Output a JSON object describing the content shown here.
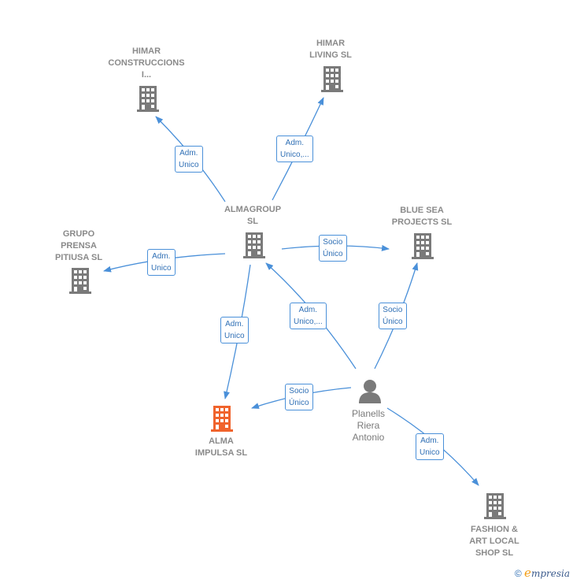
{
  "colors": {
    "edge": "#4a90d9",
    "node": "#7a7a7a",
    "highlight": "#f0632c"
  },
  "nodes": {
    "himar_construccions": "HIMAR\nCONSTRUCCIONS\nI...",
    "himar_living": "HIMAR\nLIVING  SL",
    "almagroup": "ALMAGROUP\nSL",
    "blue_sea": "BLUE SEA\nPROJECTS  SL",
    "grupo_prensa": "GRUPO\nPRENSA\nPITIUSA SL",
    "alma_impulsa": "ALMA\nIMPULSA  SL",
    "fashion_art": "FASHION &\nART LOCAL\nSHOP  SL",
    "planells": "Planells\nRiera\nAntonio"
  },
  "edges": {
    "e1": "Adm.\nUnico",
    "e2": "Adm.\nUnico,...",
    "e3": "Adm.\nUnico",
    "e4": "Socio\nÚnico",
    "e5": "Adm.\nUnico",
    "e6": "Adm.\nUnico,...",
    "e7": "Socio\nÚnico",
    "e8": "Socio\nÚnico",
    "e9": "Adm.\nUnico"
  },
  "footer": {
    "copyright": "©",
    "brand_initial": "e",
    "brand_rest": "mpresia"
  }
}
